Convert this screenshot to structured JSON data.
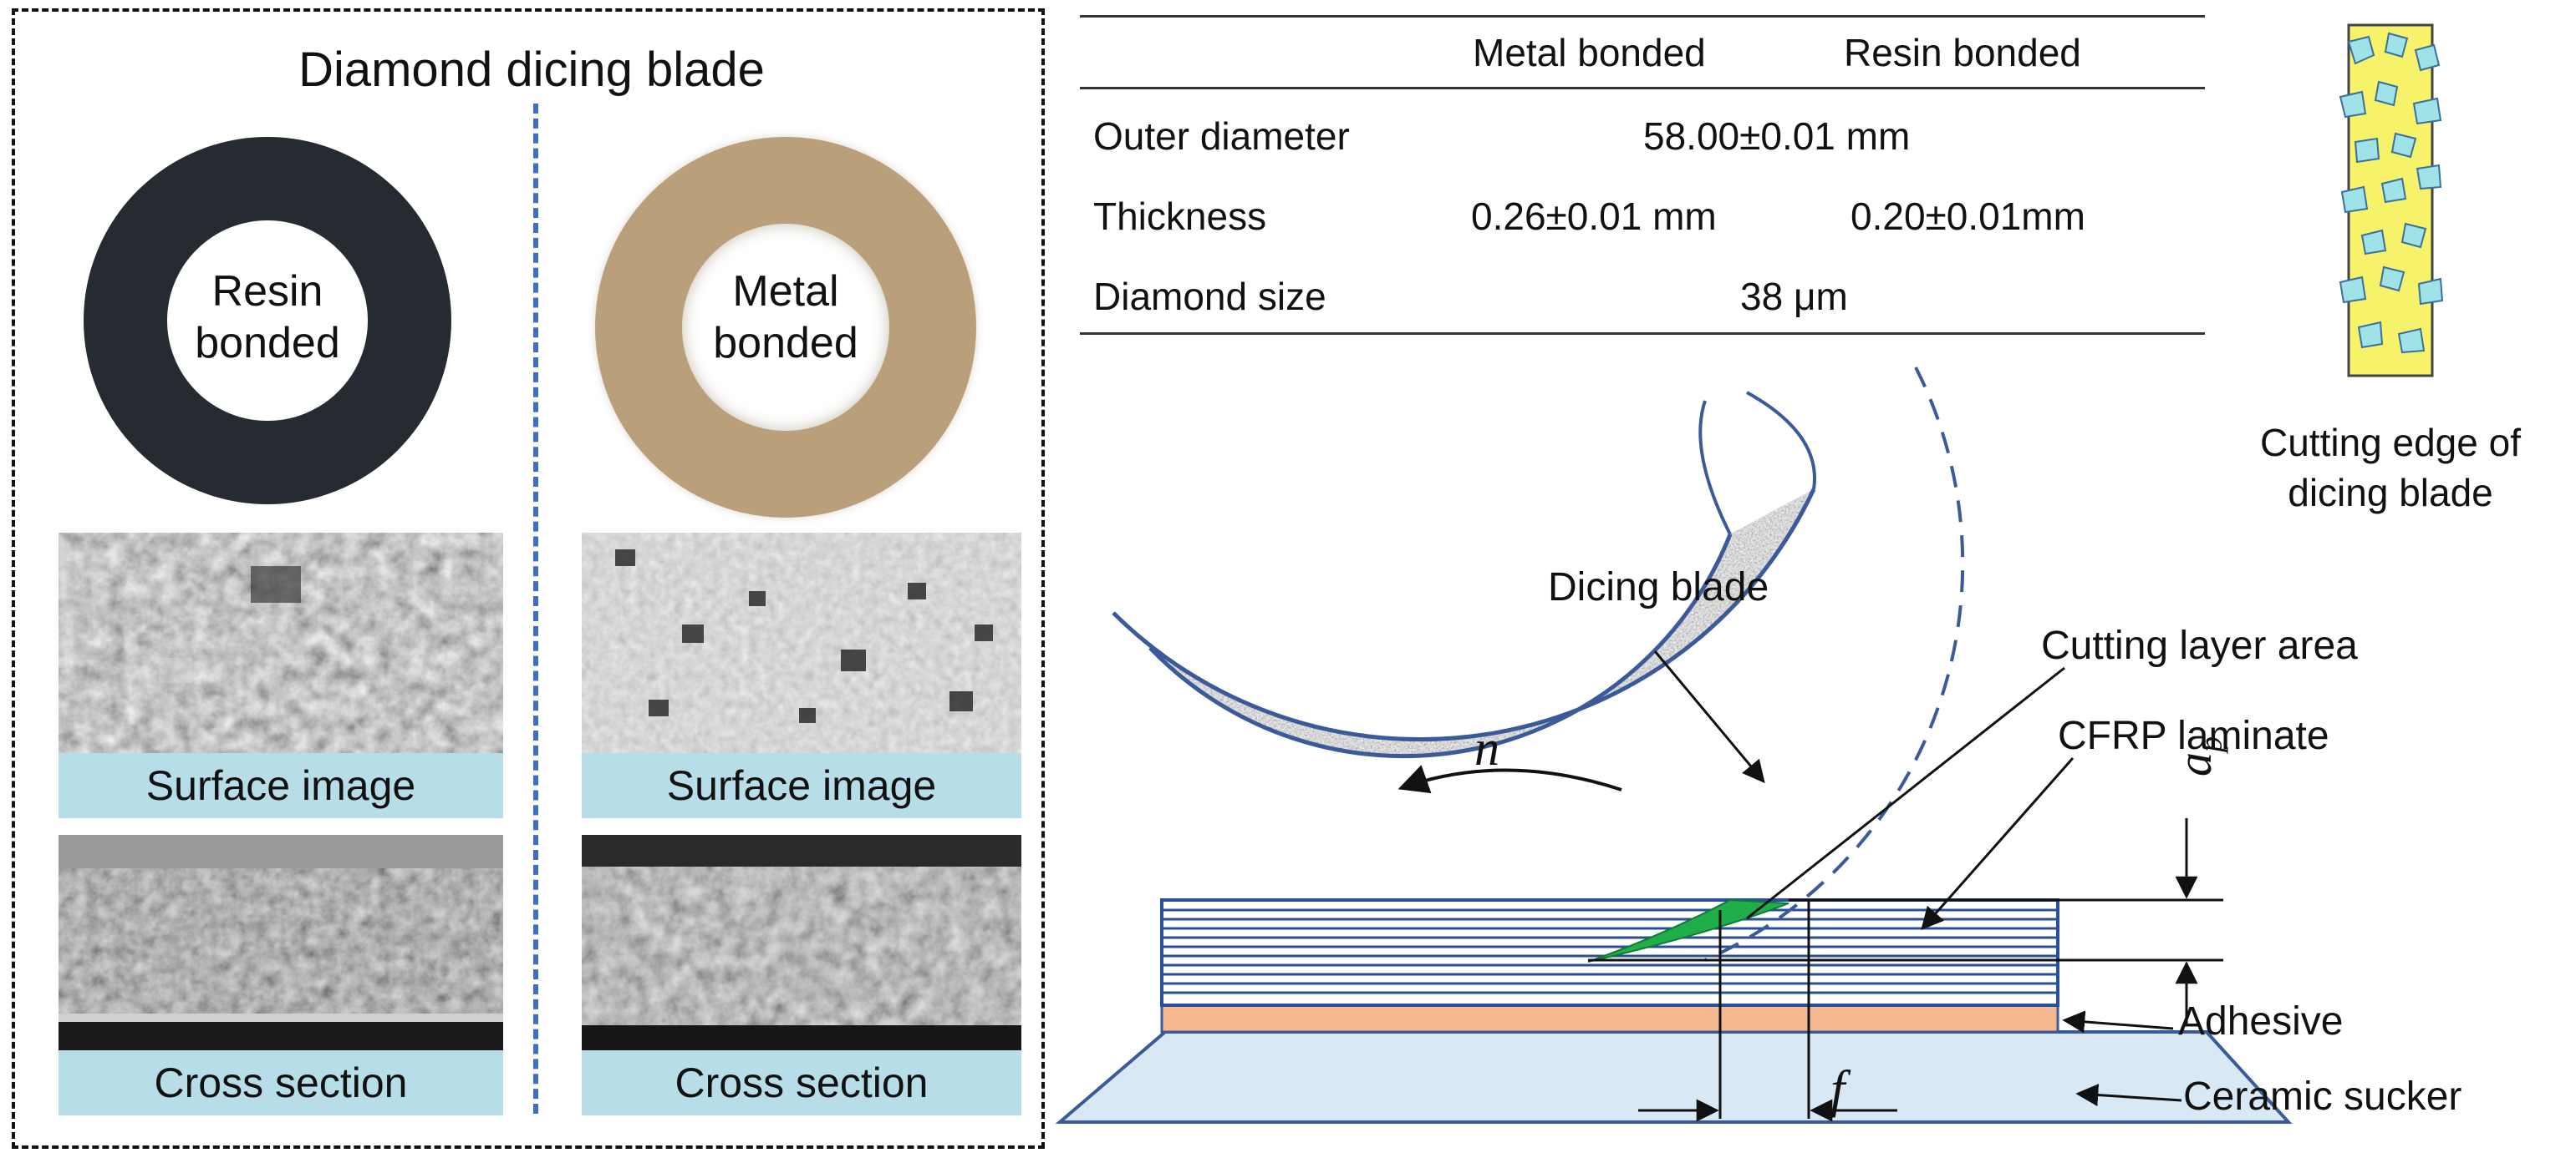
{
  "left_panel": {
    "title": "Diamond dicing blade",
    "blades": [
      {
        "ring_text_line1": "Resin",
        "ring_text_line2": "bonded",
        "ring_color": "#252b31",
        "surface_caption": "Surface image",
        "cross_caption": "Cross section"
      },
      {
        "ring_text_line1": "Metal",
        "ring_text_line2": "bonded",
        "ring_color": "#b9a07a",
        "surface_caption": "Surface image",
        "cross_caption": "Cross section"
      }
    ]
  },
  "table": {
    "headers": [
      "Metal bonded",
      "Resin bonded"
    ],
    "rows": [
      {
        "label": "Outer diameter",
        "shared": "58.00±0.01 mm"
      },
      {
        "label": "Thickness",
        "metal": "0.26±0.01 mm",
        "resin": "0.20±0.01mm"
      },
      {
        "label": "Diamond size",
        "shared": "38 μm"
      }
    ]
  },
  "diagram": {
    "cutting_edge_label_line1": "Cutting edge of",
    "cutting_edge_label_line2": "dicing blade",
    "dicing_blade_label": "Dicing blade",
    "cutting_layer_label": "Cutting layer area",
    "cfrp_label": "CFRP laminate",
    "adhesive_label": "Adhesive",
    "ceramic_label": "Ceramic sucker",
    "rotation_symbol": "n",
    "depth_symbol_base": "a",
    "depth_symbol_sub": "p",
    "feed_symbol": "f",
    "colors": {
      "blade_edge": "#3a5a9a",
      "laminate_line": "#2a4f9a",
      "cutting_area": "#1fae4a",
      "adhesive": "#f6b98f",
      "ceramic": "#d8e8f4",
      "edge_yellow": "#f6f36a",
      "edge_diamond": "#9fe3e8"
    }
  }
}
